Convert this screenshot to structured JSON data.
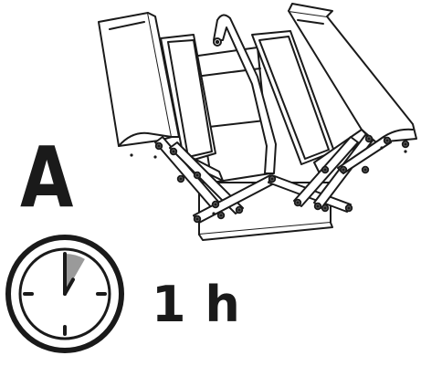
{
  "illustration": {
    "subject_icon": "cantilever-toolbox-icon",
    "line_color": "#1a1a1a"
  },
  "difficulty": {
    "label": "A"
  },
  "duration": {
    "icon": "clock-icon",
    "elapsed_fraction": 0.083,
    "label": "1 h",
    "elapsed_color": "#9a9a9a"
  }
}
